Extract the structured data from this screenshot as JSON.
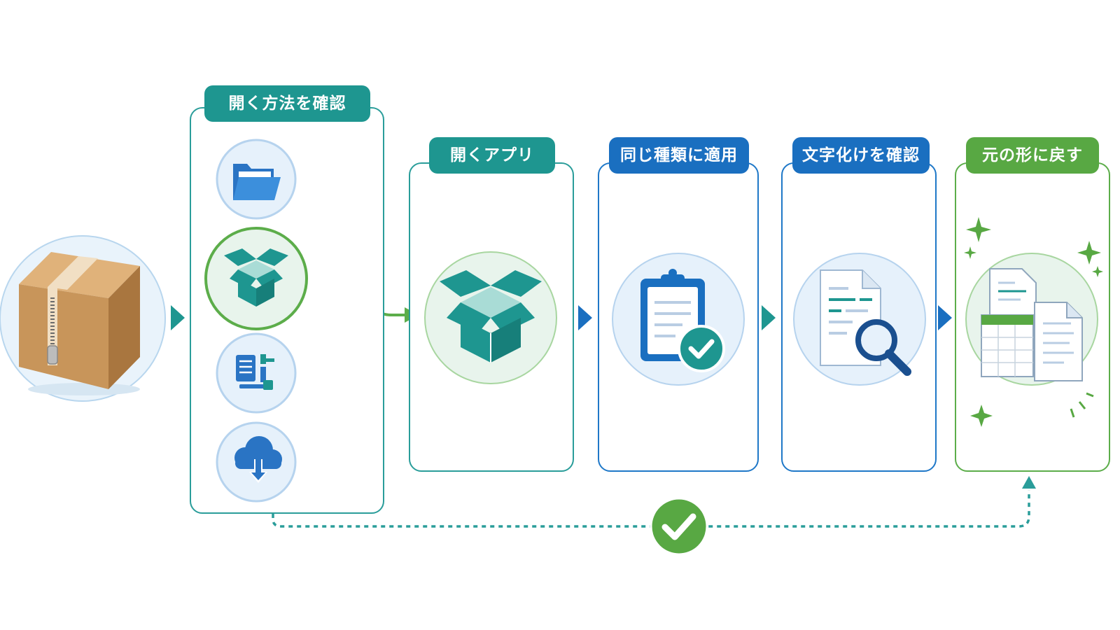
{
  "flow": {
    "steps": [
      {
        "id": "check-method",
        "label": "開く方法を確認",
        "color": "teal"
      },
      {
        "id": "open-app",
        "label": "開くアプリ",
        "color": "teal"
      },
      {
        "id": "apply-same-type",
        "label": "同じ種類に適用",
        "color": "blue"
      },
      {
        "id": "check-garbled",
        "label": "文字化けを確認",
        "color": "blue"
      },
      {
        "id": "restore-original",
        "label": "元の形に戻す",
        "color": "green"
      }
    ],
    "input_icon": "zip-box-icon",
    "method_options": [
      {
        "icon": "folder-icon",
        "selected": false
      },
      {
        "icon": "open-box-icon",
        "selected": true
      },
      {
        "icon": "file-compress-icon",
        "selected": false
      },
      {
        "icon": "cloud-download-icon",
        "selected": false
      }
    ],
    "step_icons": [
      "open-box-icon",
      "clipboard-check-icon",
      "document-search-icon",
      "restored-files-icon"
    ],
    "confirm_icon": "check-circle-icon"
  },
  "colors": {
    "teal": "#1e9690",
    "blue": "#1a6fc0",
    "green": "#58a843",
    "teal_border": "#2a9d9a",
    "circle_fill": "#e6f1fb",
    "circle_border": "#b6d3ee",
    "box": "#c8955a"
  }
}
